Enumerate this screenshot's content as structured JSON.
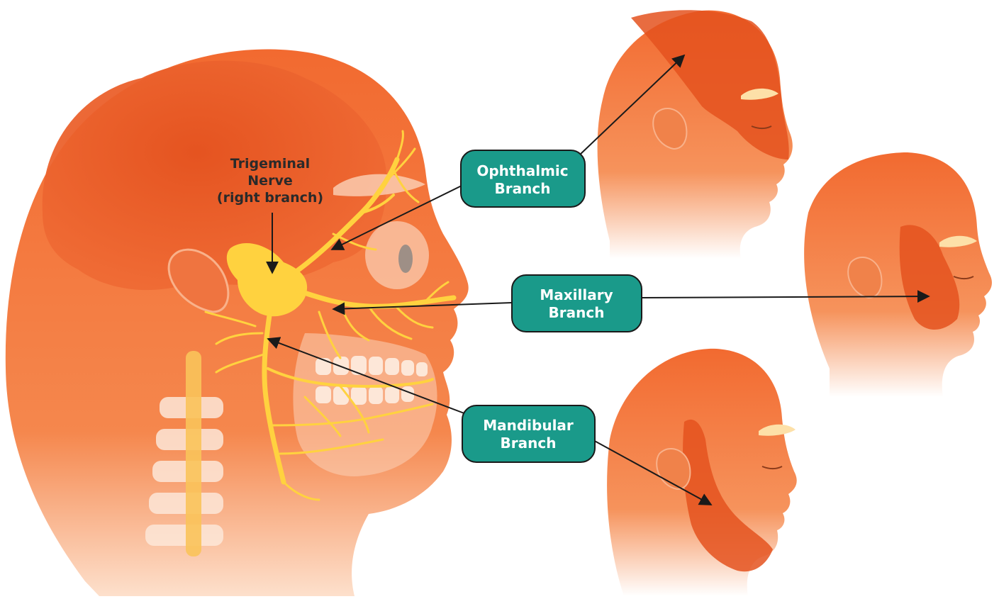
{
  "main_label": {
    "line1": "Trigeminal",
    "line2": "Nerve",
    "line3": "(right branch)"
  },
  "branches": [
    {
      "line1": "Ophthalmic",
      "line2": "Branch"
    },
    {
      "line1": "Maxillary",
      "line2": "Branch"
    },
    {
      "line1": "Mandibular",
      "line2": "Branch"
    }
  ],
  "colors": {
    "skin": "#f47a3c",
    "skin_dark": "#e4521f",
    "nerve": "#ffd23f",
    "label_fill": "#1a9a8a",
    "label_text": "#ffffff",
    "arrow": "#1a1a1a"
  }
}
